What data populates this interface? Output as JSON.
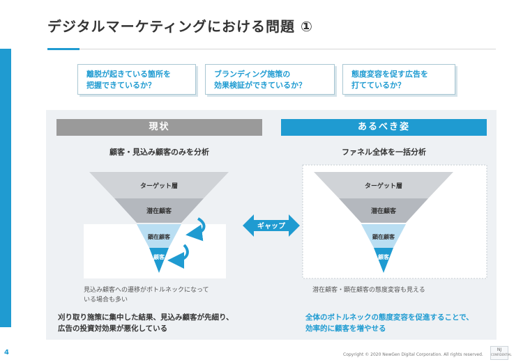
{
  "slide": {
    "title": "デジタルマーケティングにおける問題 ①",
    "page_number": "4",
    "copyright": "Copyright © 2020 NewGen Digital Corporation. All rights reserved.",
    "confidential_logo": "NJ",
    "confidential_label": "CONFIDENTIAL"
  },
  "questions": [
    {
      "line1": "離脱が起きている箇所を",
      "line2": "把握できているか？"
    },
    {
      "line1": "ブランディング施策の",
      "line2": "効果検証ができているか？"
    },
    {
      "line1": "態度変容を促す広告を",
      "line2": "打てているか？"
    }
  ],
  "current": {
    "heading": "現状",
    "subheading": "顧客・見込み顧客のみを分析",
    "funnel": [
      "ターゲット層",
      "潜在顧客",
      "顕在顧客",
      "顧客"
    ],
    "note_line1": "見込み顧客への遷移がボトルネックになって",
    "note_line2": "いる場合も多い",
    "conclusion_line1": "刈り取り施策に集中した結果、見込み顧客が先細り、",
    "conclusion_line2": "広告の投資対効果が悪化している"
  },
  "gap_label": "ギャップ",
  "ideal": {
    "heading": "あるべき姿",
    "subheading": "ファネル全体を一括分析",
    "funnel": [
      "ターゲット層",
      "潜在顧客",
      "顕在顧客",
      "顧客"
    ],
    "note": "潜在顧客・顕在顧客の態度変容も見える",
    "conclusion_line1": "全体のボトルネックの態度変容を促進することで、",
    "conclusion_line2": "効率的に顧客を増やせる"
  },
  "colors": {
    "accent": "#1f9bd1",
    "current_header": "#9a9a9a",
    "ideal_header": "#1f9bd1",
    "funnel_top": "#d0d3d7",
    "funnel_second": "#b4b8be",
    "funnel_third": "#b9def2",
    "funnel_bottom": "#1f9bd1"
  }
}
